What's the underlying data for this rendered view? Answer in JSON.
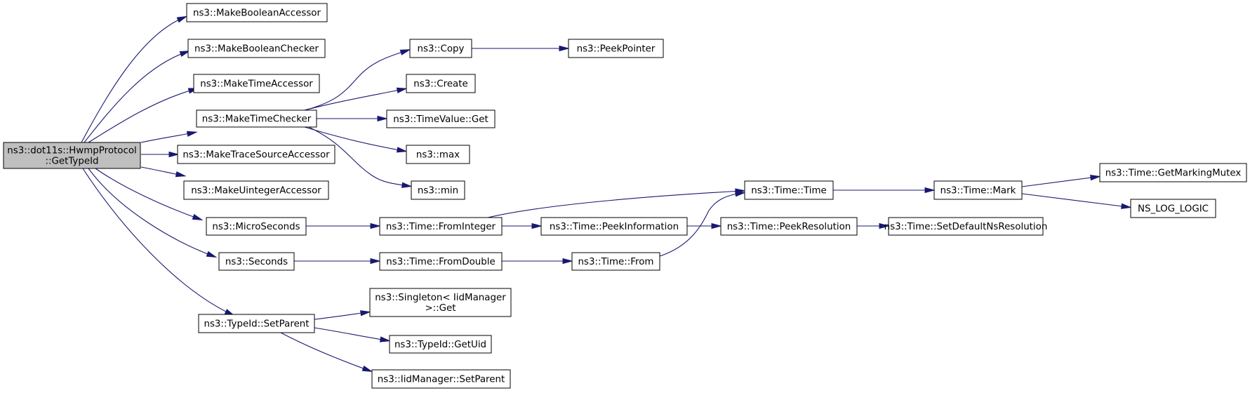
{
  "colors": {
    "edge": "#191970",
    "root_fill": "#bfbfbf",
    "node_fill": "#ffffff",
    "border": "#000000"
  },
  "nodes": [
    {
      "id": "root",
      "lines": [
        "ns3::dot11s::HwmpProtocol",
        "::GetTypeId"
      ],
      "root": true
    },
    {
      "id": "mbacc",
      "lines": [
        "ns3::MakeBooleanAccessor"
      ]
    },
    {
      "id": "mbchk",
      "lines": [
        "ns3::MakeBooleanChecker"
      ]
    },
    {
      "id": "mtacc",
      "lines": [
        "ns3::MakeTimeAccessor"
      ]
    },
    {
      "id": "mtchk",
      "lines": [
        "ns3::MakeTimeChecker"
      ]
    },
    {
      "id": "mtsa",
      "lines": [
        "ns3::MakeTraceSourceAccessor"
      ]
    },
    {
      "id": "muacc",
      "lines": [
        "ns3::MakeUintegerAccessor"
      ]
    },
    {
      "id": "micro",
      "lines": [
        "ns3::MicroSeconds"
      ]
    },
    {
      "id": "secs",
      "lines": [
        "ns3::Seconds"
      ]
    },
    {
      "id": "setpar",
      "lines": [
        "ns3::TypeId::SetParent"
      ]
    },
    {
      "id": "copy",
      "lines": [
        "ns3::Copy"
      ]
    },
    {
      "id": "create",
      "lines": [
        "ns3::Create"
      ]
    },
    {
      "id": "tvget",
      "lines": [
        "ns3::TimeValue::Get"
      ]
    },
    {
      "id": "max",
      "lines": [
        "ns3::max"
      ]
    },
    {
      "id": "min",
      "lines": [
        "ns3::min"
      ]
    },
    {
      "id": "peekptr",
      "lines": [
        "ns3::PeekPointer"
      ]
    },
    {
      "id": "fromint",
      "lines": [
        "ns3::Time::FromInteger"
      ]
    },
    {
      "id": "fromdbl",
      "lines": [
        "ns3::Time::FromDouble"
      ]
    },
    {
      "id": "peekinfo",
      "lines": [
        "ns3::Time::PeekInformation"
      ]
    },
    {
      "id": "from",
      "lines": [
        "ns3::Time::From"
      ]
    },
    {
      "id": "time",
      "lines": [
        "ns3::Time::Time"
      ]
    },
    {
      "id": "peekres",
      "lines": [
        "ns3::Time::PeekResolution"
      ]
    },
    {
      "id": "mark",
      "lines": [
        "ns3::Time::Mark"
      ]
    },
    {
      "id": "setdef",
      "lines": [
        "ns3::Time::SetDefaultNsResolution"
      ]
    },
    {
      "id": "getmm",
      "lines": [
        "ns3::Time::GetMarkingMutex"
      ]
    },
    {
      "id": "nslog",
      "lines": [
        "NS_LOG_LOGIC"
      ]
    },
    {
      "id": "singleton",
      "lines": [
        "ns3::Singleton< IidManager",
        ">::Get"
      ]
    },
    {
      "id": "getuid",
      "lines": [
        "ns3::TypeId::GetUid"
      ]
    },
    {
      "id": "iidsetpar",
      "lines": [
        "ns3::IidManager::SetParent"
      ]
    }
  ],
  "edges": [
    [
      "root",
      "mbacc"
    ],
    [
      "root",
      "mbchk"
    ],
    [
      "root",
      "mtacc"
    ],
    [
      "root",
      "mtchk"
    ],
    [
      "root",
      "mtsa"
    ],
    [
      "root",
      "muacc"
    ],
    [
      "root",
      "micro"
    ],
    [
      "root",
      "secs"
    ],
    [
      "root",
      "setpar"
    ],
    [
      "mtchk",
      "copy"
    ],
    [
      "mtchk",
      "create"
    ],
    [
      "mtchk",
      "tvget"
    ],
    [
      "mtchk",
      "max"
    ],
    [
      "mtchk",
      "min"
    ],
    [
      "copy",
      "peekptr"
    ],
    [
      "micro",
      "fromint"
    ],
    [
      "secs",
      "fromdbl"
    ],
    [
      "fromint",
      "time"
    ],
    [
      "fromint",
      "peekinfo"
    ],
    [
      "fromdbl",
      "from"
    ],
    [
      "peekinfo",
      "peekres"
    ],
    [
      "from",
      "time"
    ],
    [
      "time",
      "mark"
    ],
    [
      "peekres",
      "setdef"
    ],
    [
      "mark",
      "getmm"
    ],
    [
      "mark",
      "nslog"
    ],
    [
      "setpar",
      "singleton"
    ],
    [
      "setpar",
      "getuid"
    ],
    [
      "setpar",
      "iidsetpar"
    ]
  ]
}
